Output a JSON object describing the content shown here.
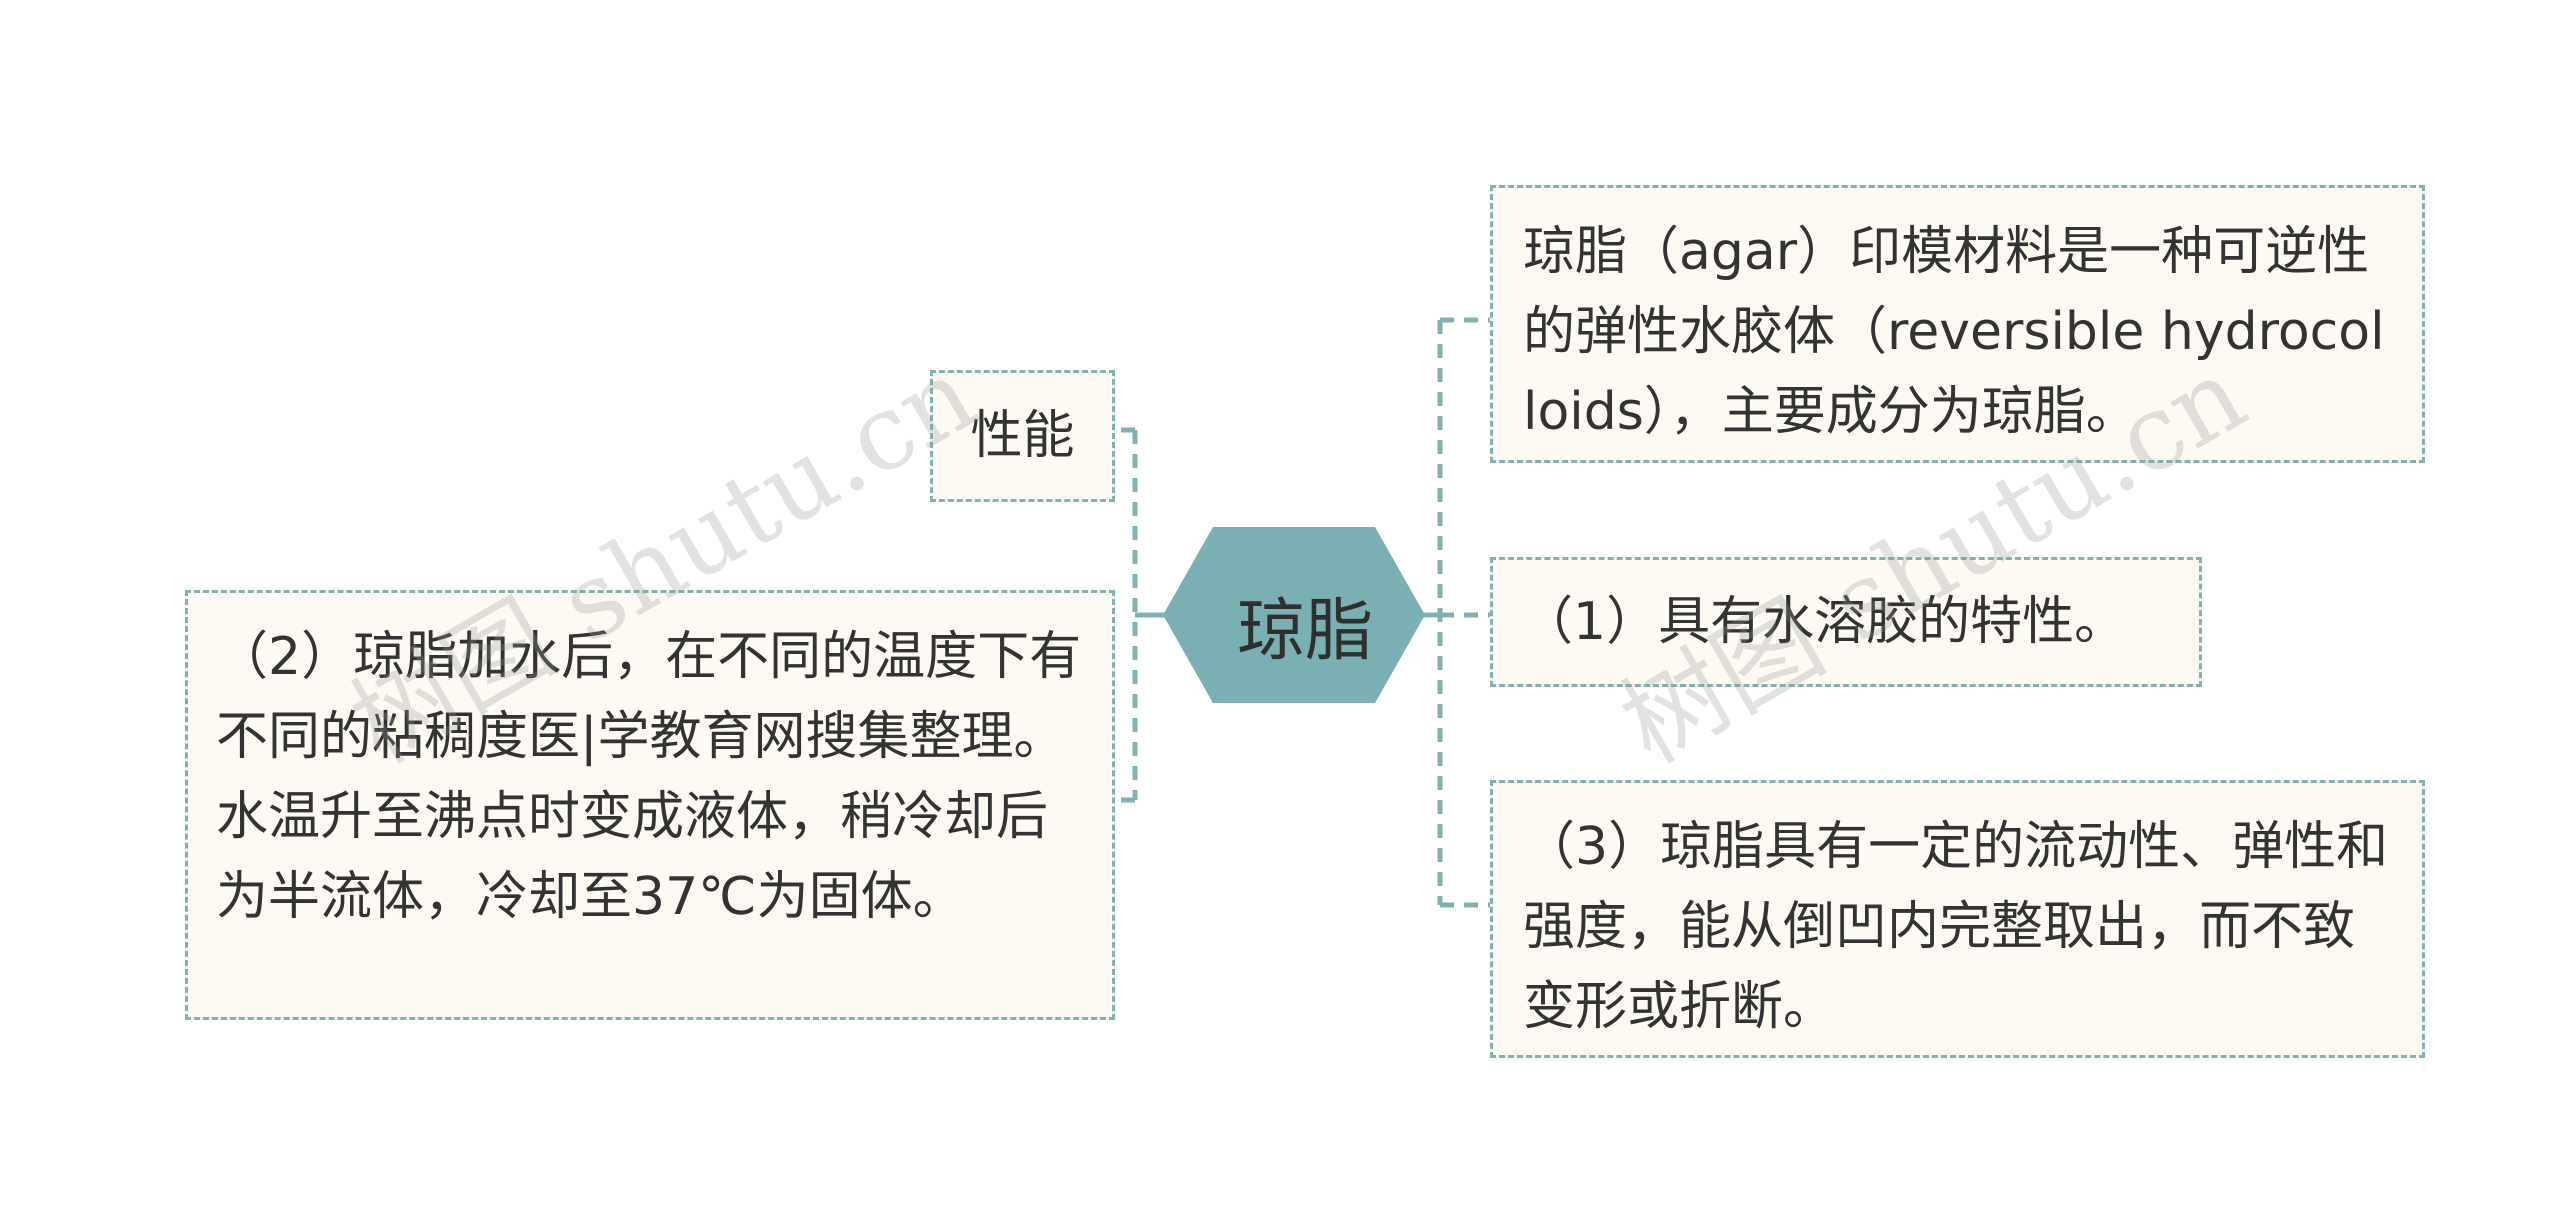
{
  "center": {
    "label": "琼脂",
    "color": "#7ab0b4"
  },
  "left_branch": {
    "label": "性能",
    "child": "（2）琼脂加水后，在不同的温度下有不同的粘稠度医|学教育网搜集整理。水温升至沸点时变成液体，稍冷却后为半流体，冷却至37℃为固体。"
  },
  "right_branches": [
    {
      "text": "琼脂（agar）印模材料是一种可逆性的弹性水胶体（reversible hydrocolloids），主要成分为琼脂。"
    },
    {
      "text": "（1）具有水溶胶的特性。"
    },
    {
      "text": "（3）琼脂具有一定的流动性、弹性和强度，能从倒凹内完整取出，而不致变形或折断。"
    }
  ],
  "watermarks": [
    "树图 shutu.cn",
    "树图 shutu.cn"
  ],
  "colors": {
    "connector": "#7fb2b3",
    "node_fill": "#fcfaf2",
    "node_border": "#7fb2b3",
    "text": "#333333"
  }
}
